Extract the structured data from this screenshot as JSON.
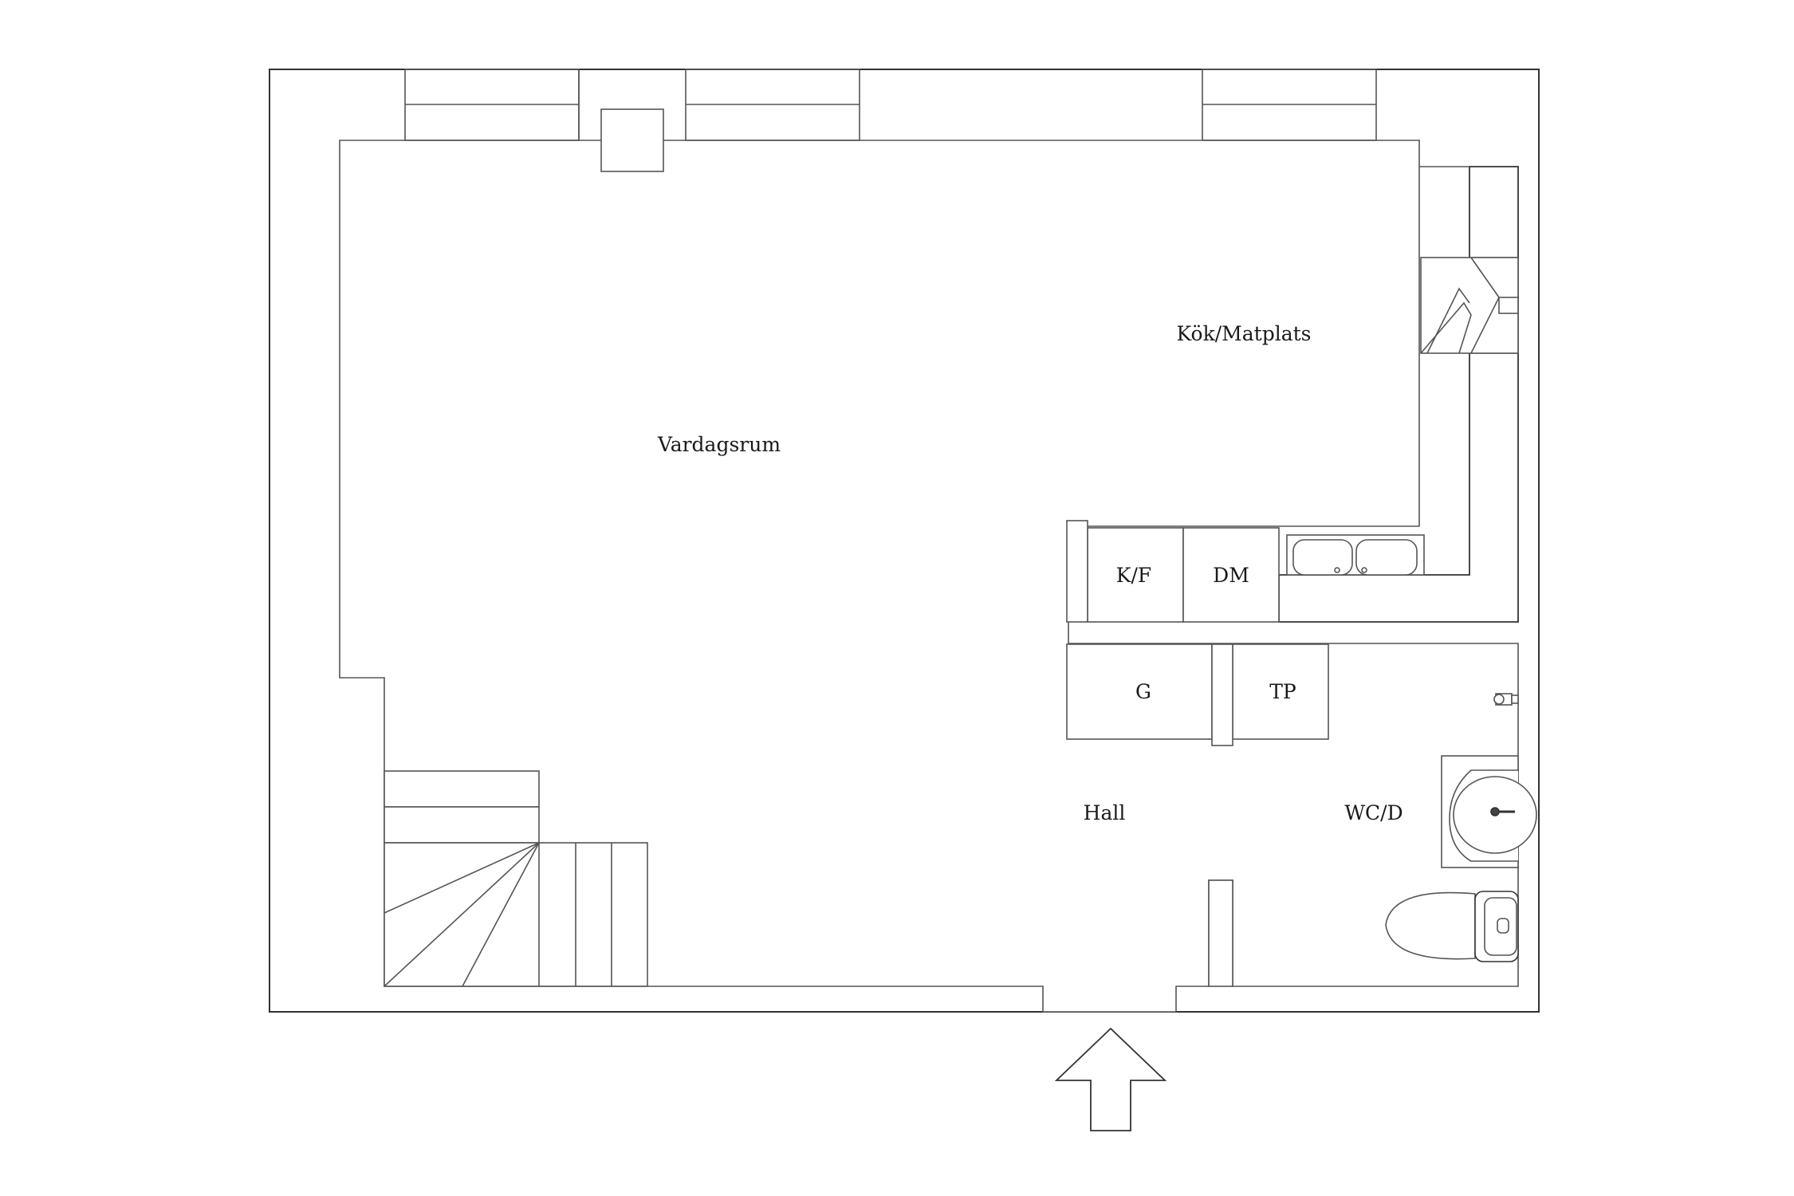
{
  "plan": {
    "rooms": {
      "kitchen": "Kök/Matplats",
      "living": "Vardagsrum",
      "fridge_freezer": "K/F",
      "dishwasher": "DM",
      "wardrobe": "G",
      "laundry": "TP",
      "hall": "Hall",
      "bathroom": "WC/D"
    },
    "colors": {
      "wall_fill": "#ffffff",
      "wall_stroke": "#333333",
      "line": "#555555",
      "room_fill": "#ffffff"
    },
    "icons": [
      "entrance-arrow-icon",
      "sink-icon",
      "toilet-icon",
      "washbasin-icon",
      "stove-icon",
      "staircase-icon"
    ]
  }
}
